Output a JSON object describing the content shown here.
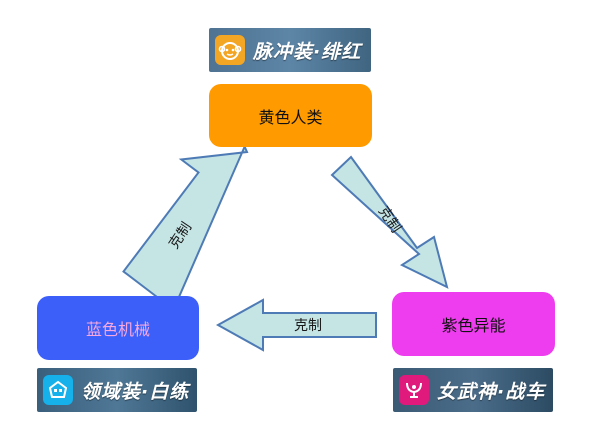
{
  "banners": {
    "top": "脉冲装·绯红",
    "left": "领域装·白练",
    "right": "女武神·战车"
  },
  "icons": {
    "top": "monkey-face-icon",
    "left": "robot-head-icon",
    "right": "horned-trophy-icon"
  },
  "nodes": {
    "top": "黄色人类",
    "left": "蓝色机械",
    "right": "紫色异能"
  },
  "arrows": {
    "left_side": "克制",
    "right_side": "克制",
    "bottom": "克制"
  },
  "colors": {
    "top_node": "#ff9a00",
    "left_node": "#3d5ff9",
    "right_node": "#ee3dee",
    "arrow_fill": "#c5e4e4",
    "arrow_stroke": "#4e7bb5"
  }
}
